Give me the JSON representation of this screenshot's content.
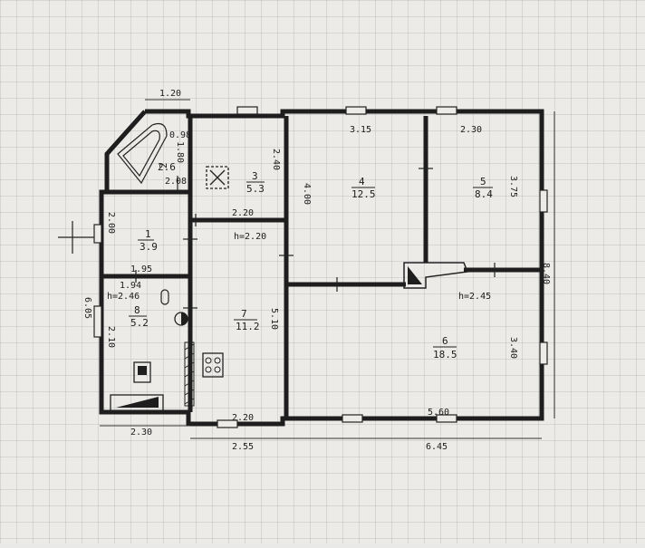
{
  "plan": {
    "rooms": [
      {
        "number": "1",
        "area": "3.9"
      },
      {
        "number": "2",
        "area": "2.6"
      },
      {
        "number": "3",
        "area": "5.3"
      },
      {
        "number": "4",
        "area": "12.5"
      },
      {
        "number": "5",
        "area": "8.4"
      },
      {
        "number": "6",
        "area": "18.5"
      },
      {
        "number": "7",
        "area": "11.2"
      },
      {
        "number": "8",
        "area": "5.2"
      }
    ],
    "heights": {
      "left": "h=2.46",
      "center": "h=2.20",
      "right": "h=2.45"
    },
    "dimensions": {
      "top_1_20": "1.20",
      "d_0_98": "0.98",
      "d_1_80": "1.80",
      "d_2_08": "2.08",
      "d_2_40": "2.40",
      "d_3_15": "3.15",
      "d_2_30_top": "2.30",
      "d_4_00": "4.00",
      "d_3_75": "3.75",
      "d_2_20_mid": "2.20",
      "d_2_00": "2.00",
      "d_1_95": "1.95",
      "d_1_94": "1.94",
      "d_6_05": "6.05",
      "d_2_10": "2.10",
      "d_5_10": "5.10",
      "d_8_40": "8.40",
      "d_3_40": "3.40",
      "d_5_60": "5.60",
      "d_2_30_bottom": "2.30",
      "d_2_20_bottom": "2.20",
      "d_2_55": "2.55",
      "d_6_45": "6.45"
    }
  }
}
